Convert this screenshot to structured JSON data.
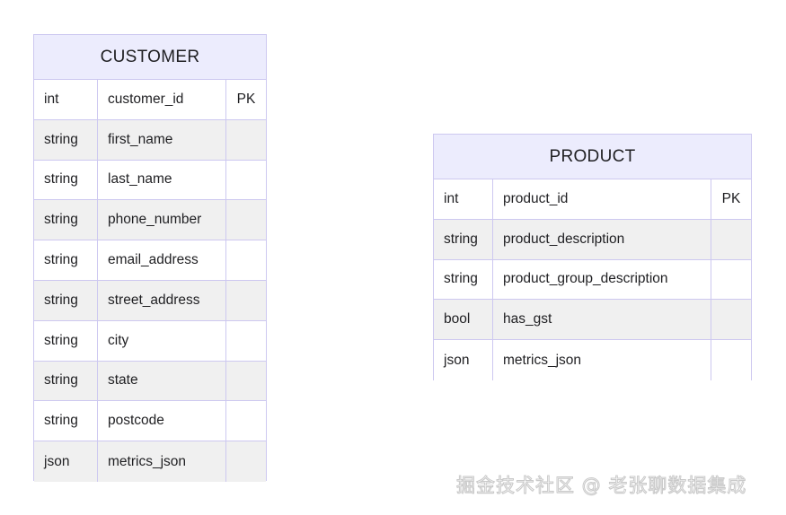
{
  "diagram": {
    "type": "entity-relationship-diagram",
    "background_color": "#ffffff",
    "palette": {
      "border": "#cdc8f0",
      "header_fill": "#ececfd",
      "row_fill_odd": "#ffffff",
      "row_fill_even": "#f0f0f0",
      "text": "#1f1f22",
      "watermark": "#c9c9c9"
    },
    "entities": [
      {
        "id": "customer",
        "title": "CUSTOMER",
        "attributes": [
          {
            "type": "int",
            "name": "customer_id",
            "key": "PK"
          },
          {
            "type": "string",
            "name": "first_name",
            "key": ""
          },
          {
            "type": "string",
            "name": "last_name",
            "key": ""
          },
          {
            "type": "string",
            "name": "phone_number",
            "key": ""
          },
          {
            "type": "string",
            "name": "email_address",
            "key": ""
          },
          {
            "type": "string",
            "name": "street_address",
            "key": ""
          },
          {
            "type": "string",
            "name": "city",
            "key": ""
          },
          {
            "type": "string",
            "name": "state",
            "key": ""
          },
          {
            "type": "string",
            "name": "postcode",
            "key": ""
          },
          {
            "type": "json",
            "name": "metrics_json",
            "key": ""
          }
        ]
      },
      {
        "id": "product",
        "title": "PRODUCT",
        "attributes": [
          {
            "type": "int",
            "name": "product_id",
            "key": "PK"
          },
          {
            "type": "string",
            "name": "product_description",
            "key": ""
          },
          {
            "type": "string",
            "name": "product_group_description",
            "key": ""
          },
          {
            "type": "bool",
            "name": "has_gst",
            "key": ""
          },
          {
            "type": "json",
            "name": "metrics_json",
            "key": ""
          }
        ]
      }
    ]
  },
  "watermark": {
    "text": "掘金技术社区 @ 老张聊数据集成"
  }
}
